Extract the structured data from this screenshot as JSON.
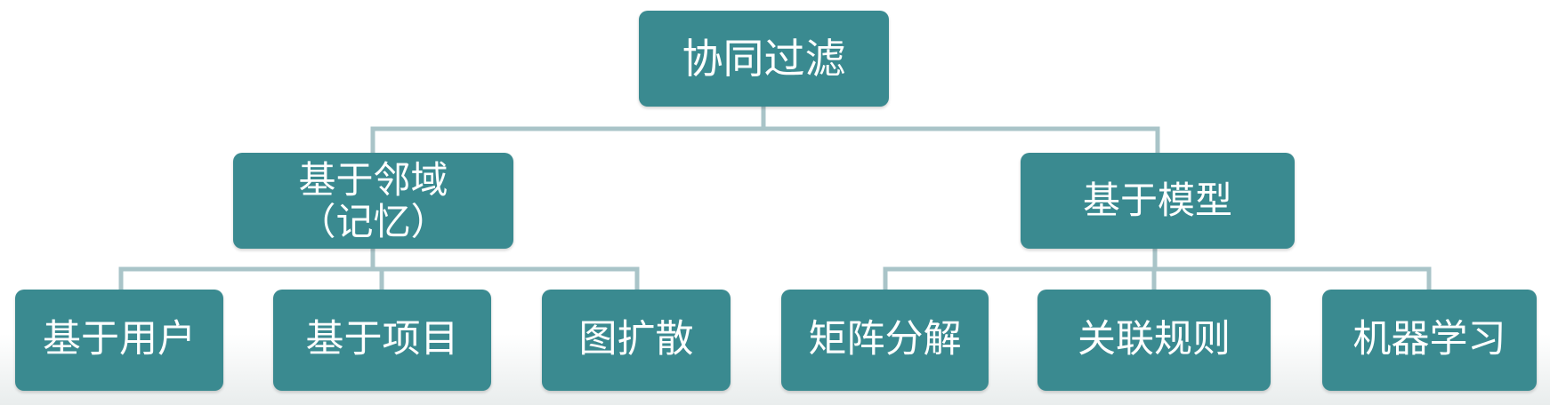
{
  "diagram": {
    "root": {
      "label": "协同过滤"
    },
    "branches": [
      {
        "label_line1": "基于邻域",
        "label_line2": "（记忆）",
        "children": [
          "基于用户",
          "基于项目",
          "图扩散"
        ]
      },
      {
        "label": "基于模型",
        "children": [
          "矩阵分解",
          "关联规则",
          "机器学习"
        ]
      }
    ]
  },
  "colors": {
    "node_fill": "#3a8a90",
    "node_text": "#ffffff",
    "connector": "#a9c4c8"
  }
}
